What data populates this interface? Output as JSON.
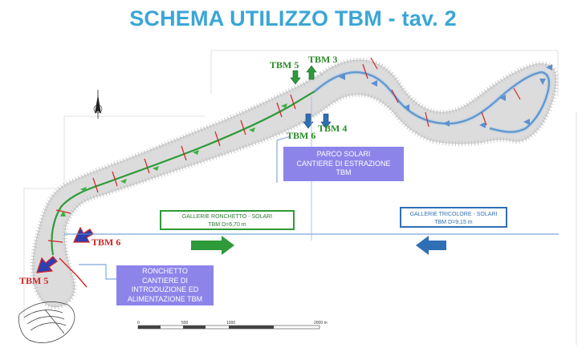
{
  "title": "SCHEMA UTILIZZO TBM - tav. 2",
  "boxes": {
    "parco_solari": {
      "line1": "PARCO SOLARI",
      "line2": "CANTIERE DI ESTRAZIONE",
      "line3": "TBM"
    },
    "ronchetto": {
      "line1": "RONCHETTO",
      "line2": "CANTIERE DI",
      "line3": "INTRODUZIONE ED",
      "line4": "ALIMENTAZIONE TBM"
    },
    "gallerie_ronchetto": {
      "line1": "GALLERIE RONCHETTO - SOLARI",
      "line2": "TBM D=6,70 m"
    },
    "gallerie_tricolore": {
      "line1": "GALLERIE TRICOLORE - SOLARI",
      "line2": "TBM D=9,15 m"
    }
  },
  "tbm_labels": {
    "tbm5_top": "TBM 5",
    "tbm3_top": "TBM 3",
    "tbm6_mid": "TBM 6",
    "tbm4_mid": "TBM 4",
    "tbm6_left": "TBM 6",
    "tbm5_left": "TBM 5"
  },
  "scale": {
    "ticks": [
      "0",
      "500",
      "1000",
      "2000 m"
    ]
  },
  "colors": {
    "title": "#3aa6d6",
    "box_purple": "#8d84ea",
    "green_arrow": "#2e9a3a",
    "blue_arrow": "#2f6fb5",
    "red_line": "#d42424",
    "tbm_green": "#2a8a2a",
    "tbm_red": "#d42424"
  },
  "icons": [
    "north-arrow-icon",
    "green-right-arrow-icon",
    "blue-left-arrow-icon"
  ]
}
